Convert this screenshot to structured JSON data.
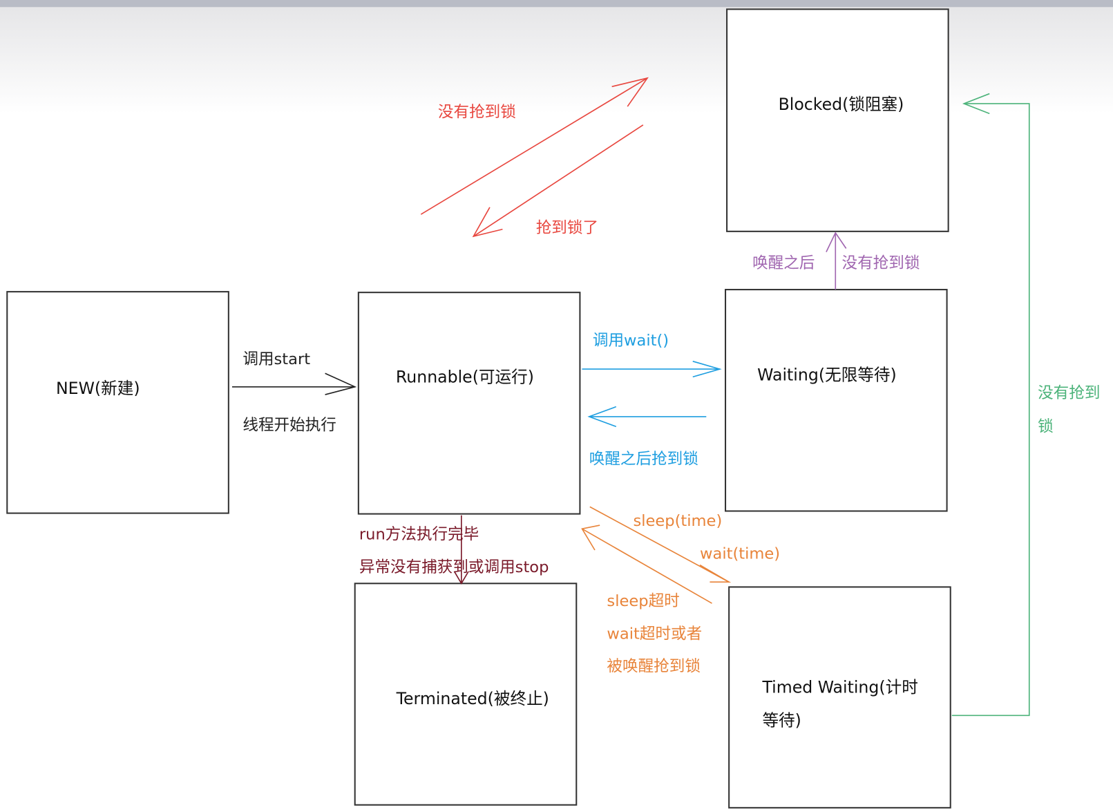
{
  "colors": {
    "red": "#e8473f",
    "purple": "#a066b0",
    "blue": "#1e9ee0",
    "darkred": "#7a1a2a",
    "orange": "#e8843a",
    "green": "#4cb37a",
    "black": "#222222"
  },
  "states": {
    "new": "NEW(新建)",
    "runnable": "Runnable(可运行)",
    "blocked": "Blocked(锁阻塞)",
    "waiting": "Waiting(无限等待)",
    "terminated": "Terminated(被终止)",
    "timed_waiting_line1": "Timed Waiting(计时",
    "timed_waiting_line2": "等待)"
  },
  "transitions": {
    "new_to_runnable_top": "调用start",
    "new_to_runnable_bottom": "线程开始执行",
    "runnable_to_blocked": "没有抢到锁",
    "blocked_to_runnable": "抢到锁了",
    "runnable_to_waiting": "调用wait()",
    "waiting_to_runnable": "唤醒之后抢到锁",
    "waiting_to_blocked_left": "唤醒之后",
    "waiting_to_blocked_right": "没有抢到锁",
    "runnable_to_terminated_1": "run方法执行完毕",
    "runnable_to_terminated_2": "异常没有捕获到或调用stop",
    "runnable_to_timed_1": "sleep(time)",
    "runnable_to_timed_2": "wait(time)",
    "timed_to_runnable_1": "sleep超时",
    "timed_to_runnable_2": "wait超时或者",
    "timed_to_runnable_3": "被唤醒抢到锁",
    "timed_to_blocked_1": "没有抢到",
    "timed_to_blocked_2": "锁"
  }
}
